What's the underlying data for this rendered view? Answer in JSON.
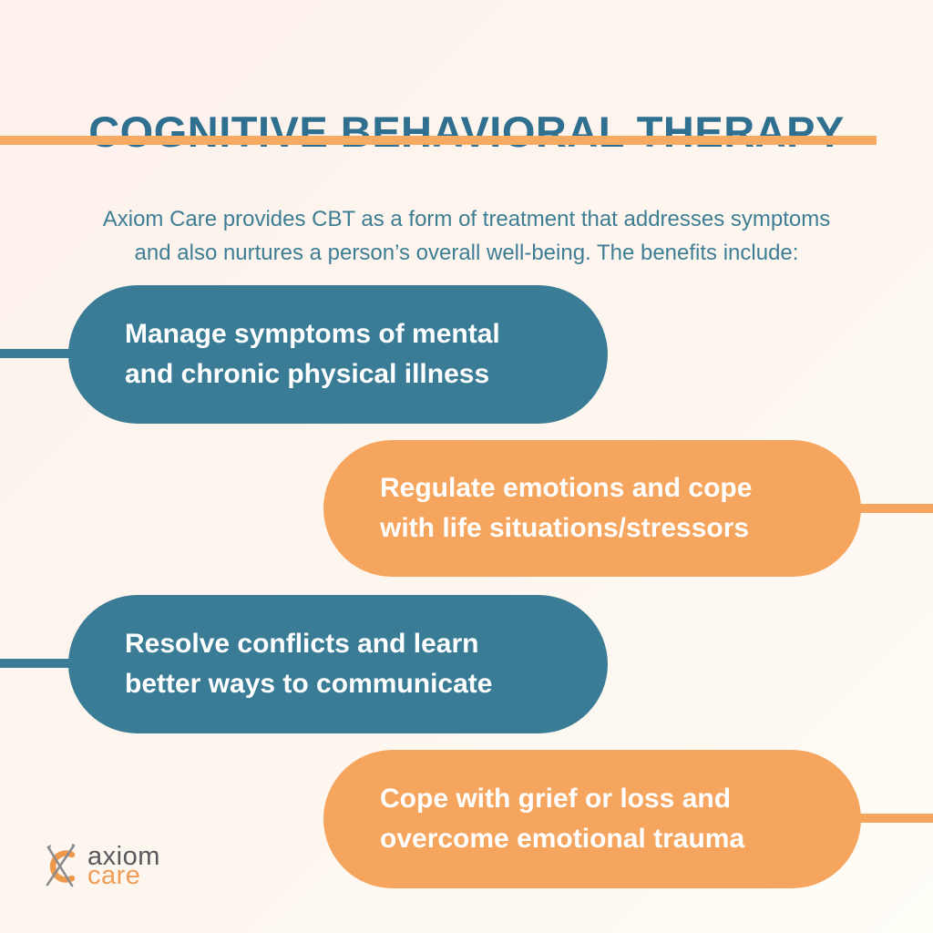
{
  "page": {
    "title": "COGNITIVE BEHAVIORAL THERAPY",
    "intro": {
      "line1": "Axiom Care provides CBT as a form of treatment that addresses symptoms",
      "line2": "and also nurtures a person’s overall well-being. The benefits include:"
    }
  },
  "benefits": [
    {
      "text": "Manage symptoms of mental and chronic physical illness",
      "line1": "Manage symptoms of mental",
      "line2": "and chronic physical illness",
      "color": "#3a7c95",
      "side": "left"
    },
    {
      "text": "Regulate emotions and cope with life situations/stressors",
      "line1": "Regulate emotions and cope",
      "line2": "with life situations/stressors",
      "color": "#f6a55e",
      "side": "right"
    },
    {
      "text": "Resolve conflicts and learn better ways to communicate",
      "line1": "Resolve conflicts and learn",
      "line2": "better ways to communicate",
      "color": "#3a7c95",
      "side": "left"
    },
    {
      "text": "Cope with grief or loss and overcome emotional trauma",
      "line1": "Cope with grief or loss and",
      "line2": "overcome emotional trauma",
      "color": "#f6a55e",
      "side": "right"
    }
  ],
  "logo": {
    "icon": "axiom-care-logo-icon",
    "word_top": "axiom",
    "word_bottom": "care"
  },
  "colors": {
    "title_teal": "#2f6f8f",
    "body_teal": "#3d7e95",
    "pill_teal": "#3a7c95",
    "pill_orange": "#f6a55e",
    "divider_orange": "#f7aa62",
    "background_top_left": "#fdf1ec",
    "background_bottom_right": "#fefdf6",
    "pill_text": "#ffffff",
    "logo_gray": "#59595b",
    "logo_orange": "#ef9c57"
  }
}
